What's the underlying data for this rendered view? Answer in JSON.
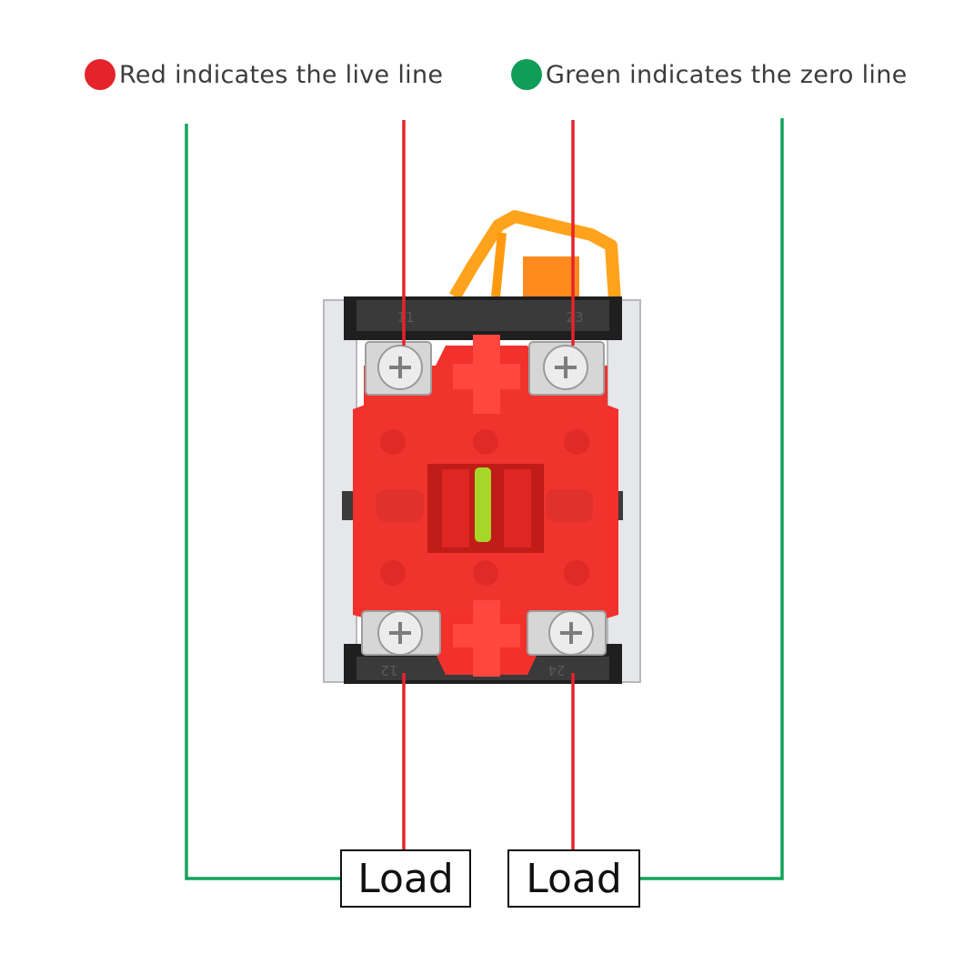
{
  "legend": {
    "live": {
      "label": "Red indicates the live line",
      "color": "#e5232b"
    },
    "zero": {
      "label": "Green indicates the zero line",
      "color": "#0f9d58"
    }
  },
  "loads": [
    {
      "label": "Load"
    },
    {
      "label": "Load"
    }
  ],
  "switch": {
    "terminals": [
      "11",
      "23",
      "12",
      "24"
    ],
    "body_color": "#f2302c",
    "handle_color": "#ff9f1a",
    "indicator_color": "#a6d62a"
  }
}
